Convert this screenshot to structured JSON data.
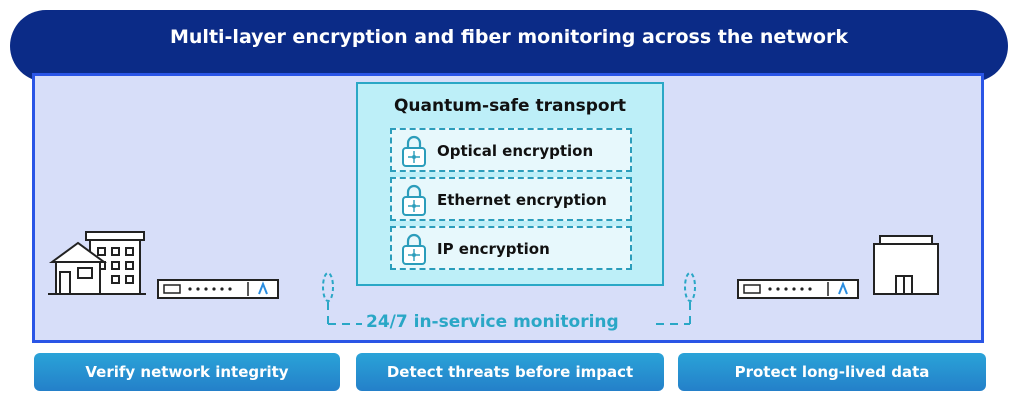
{
  "header": {
    "title": "Multi-layer encryption and fiber monitoring across the network"
  },
  "transport": {
    "title": "Quantum-safe transport",
    "layers": [
      {
        "label": "Optical encryption"
      },
      {
        "label": "Ethernet encryption"
      },
      {
        "label": "IP encryption"
      }
    ]
  },
  "monitoring": {
    "label": "24/7 in-service monitoring"
  },
  "benefits": [
    {
      "label": "Verify network integrity"
    },
    {
      "label": "Detect threats before impact"
    },
    {
      "label": "Protect long-lived data"
    }
  ],
  "colors": {
    "header_bg": "#0b2b87",
    "panel_bg": "#d7def9",
    "panel_border": "#2a55e6",
    "transport_bg": "#bdeff8",
    "accent": "#2aa7c6",
    "pill_bg": "#2480c9"
  },
  "icons": [
    "lock-icon",
    "residential-building-icon",
    "office-building-icon",
    "network-device-icon",
    "fiber-tap-icon"
  ]
}
